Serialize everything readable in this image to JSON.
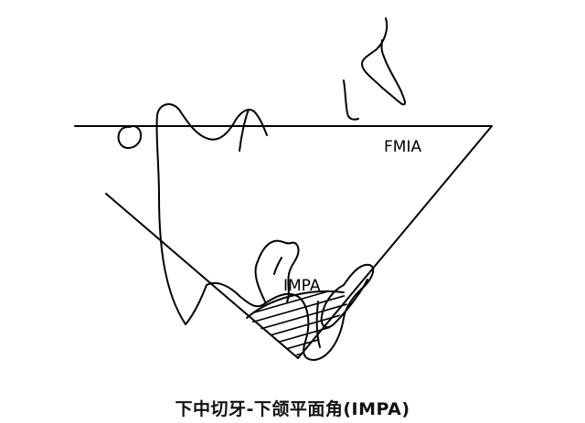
{
  "labels": {
    "fmia": "FMIA",
    "impa": "IMPA"
  },
  "caption": "下中切牙-下颌平面角(IMPA)",
  "colors": {
    "ink": "#000000",
    "background": "#ffffff"
  }
}
